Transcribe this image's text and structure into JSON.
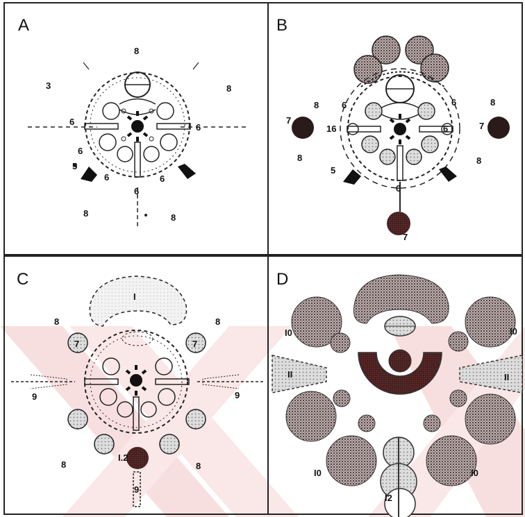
{
  "panels": [
    {
      "id": "A"
    },
    {
      "id": "B"
    },
    {
      "id": "C"
    },
    {
      "id": "D"
    }
  ],
  "labels": {
    "a_8": "8",
    "a_3": "3",
    "a_6": "6",
    "a_5": "5",
    "b_7": "7",
    "b_8": "8",
    "b_6": "6",
    "b_16": "16",
    "b_5": "5",
    "c_1": "I",
    "c_8": "8",
    "c_9": "9",
    "c_7": "7",
    "c_12": "I.2",
    "d_10": "I0",
    "d_11": "II",
    "d_12": "I2"
  },
  "colors": {
    "ink": "#1a1a1a",
    "dark_fill": "#3a2a2a",
    "halftone": "#8a7a7a",
    "maroon": "#5a2525",
    "watermark": "#f3c6c6"
  }
}
